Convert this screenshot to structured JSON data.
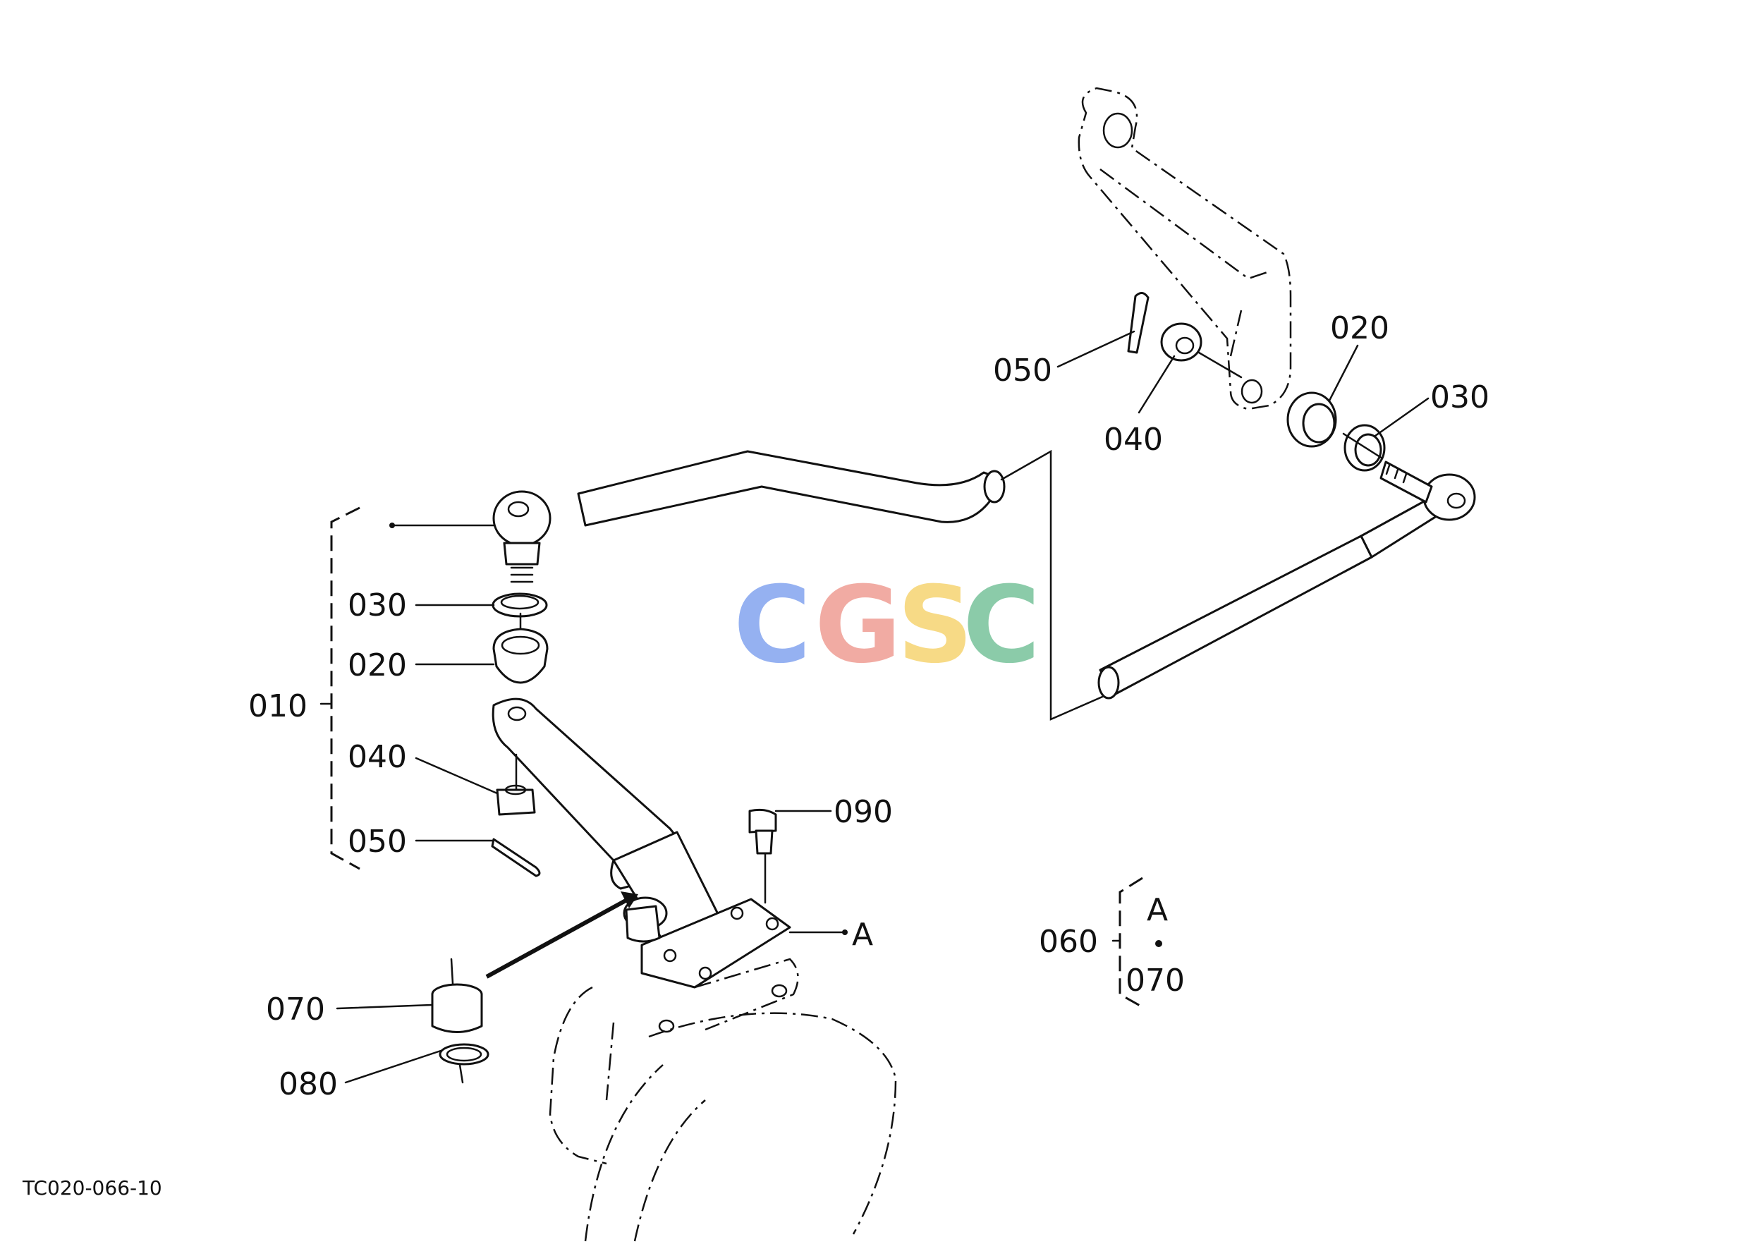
{
  "drawing_code": "TC020-066-10",
  "watermark": {
    "letters": [
      "C",
      "G",
      "S",
      "C"
    ],
    "colors": [
      "#8aa9f0",
      "#f0a39a",
      "#f7d77a",
      "#7fc6a0"
    ]
  },
  "callouts": {
    "group_010": "010",
    "left_030": "030",
    "left_020": "020",
    "left_040": "040",
    "left_050": "050",
    "right_050": "050",
    "right_040": "040",
    "right_020": "020",
    "right_030": "030",
    "item_090": "090",
    "item_070": "070",
    "item_080": "080",
    "ref_a": "A",
    "group_060": "060",
    "group_060_ref": "A",
    "group_060_item": "070"
  }
}
